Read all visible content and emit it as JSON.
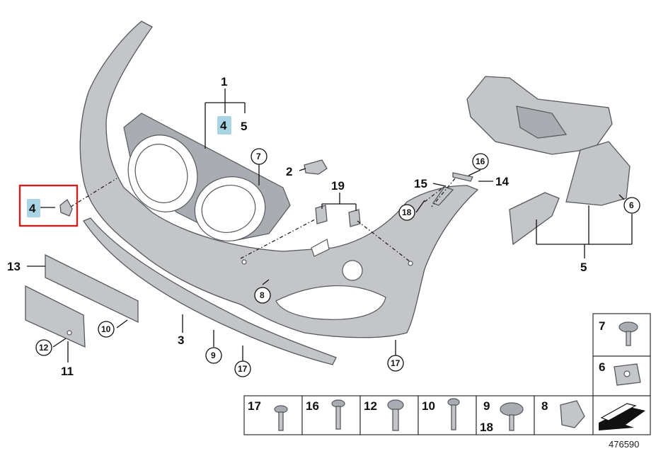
{
  "diagram": {
    "labels": {
      "main_1": "1",
      "main_4": "4",
      "main_5": "5",
      "c7": "7",
      "l2": "2",
      "l19": "19",
      "l15": "15",
      "c16": "16",
      "l14": "14",
      "c18": "18",
      "c6": "6",
      "l5b": "5",
      "side_4": "4",
      "l13": "13",
      "c8": "8",
      "c10": "10",
      "c12": "12",
      "l11": "11",
      "l3": "3",
      "c9": "9",
      "c17a": "17",
      "c17b": "17"
    },
    "fastener_grid_bottom": [
      "17",
      "16",
      "12",
      "10",
      "9",
      "18",
      "8"
    ],
    "fastener_grid_right": [
      "7",
      "6"
    ],
    "diagram_number": "476590"
  }
}
